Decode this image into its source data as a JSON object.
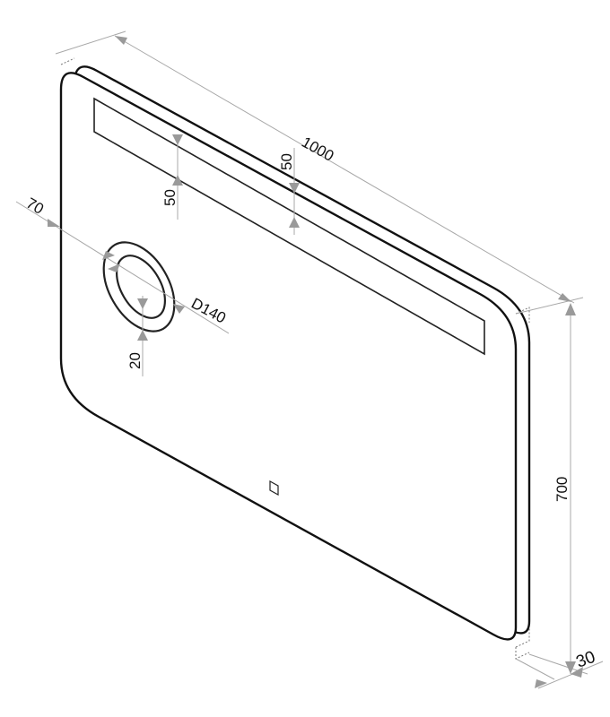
{
  "drawing": {
    "width_label": "1000",
    "height_label": "700",
    "depth_label": "30",
    "led_offset_top_label": "50",
    "led_offset_side_label": "50",
    "mirror_offset_left_label": "70",
    "mirror_diameter_label": "D140",
    "mirror_offset_bottom_label": "20"
  }
}
